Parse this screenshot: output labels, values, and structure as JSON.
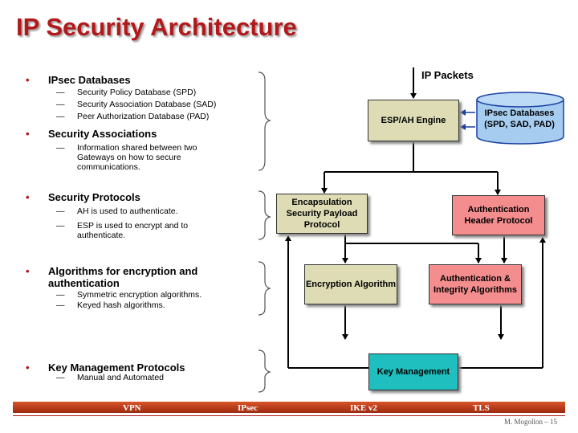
{
  "title": "IP Security Architecture",
  "outline": [
    {
      "label": "IPsec Databases",
      "items": [
        "Security Policy Database (SPD)",
        "Security Association Database (SAD)",
        "Peer Authorization Database (PAD)"
      ]
    },
    {
      "label": "Security Associations",
      "items": [
        "Information shared between two Gateways on how to secure communications."
      ]
    },
    {
      "label": "Security Protocols",
      "items": [
        "AH is used to authenticate.",
        "ESP is used to encrypt and to authenticate."
      ]
    },
    {
      "label": "Algorithms for encryption and authentication",
      "items": [
        "Symmetric  encryption algorithms.",
        "Keyed hash algorithms."
      ]
    },
    {
      "label": "Key Management Protocols",
      "items": [
        "Manual and Automated"
      ]
    }
  ],
  "diagram": {
    "ip_packets": "IP Packets",
    "engine": "ESP/AH Engine",
    "databases": {
      "line1": "IPsec Databases",
      "line2": "(SPD, SAD, PAD)"
    },
    "esp": "Encapsulation Security Payload Protocol",
    "ah": "Authentication Header Protocol",
    "encryption": "Encryption Algorithm",
    "auth_integrity": "Authentication & Integrity Algorithms",
    "key_mgmt": "Key Management"
  },
  "footer": {
    "items": [
      "VPN",
      "IPsec",
      "IKE v2",
      "TLS"
    ],
    "credit": "M. Mogollon – 15"
  },
  "colors": {
    "title": "#b3191b",
    "olive": "#dedcb4",
    "pink": "#f48d8e",
    "teal": "#1fbfbf",
    "db": "#a6cdf0"
  }
}
